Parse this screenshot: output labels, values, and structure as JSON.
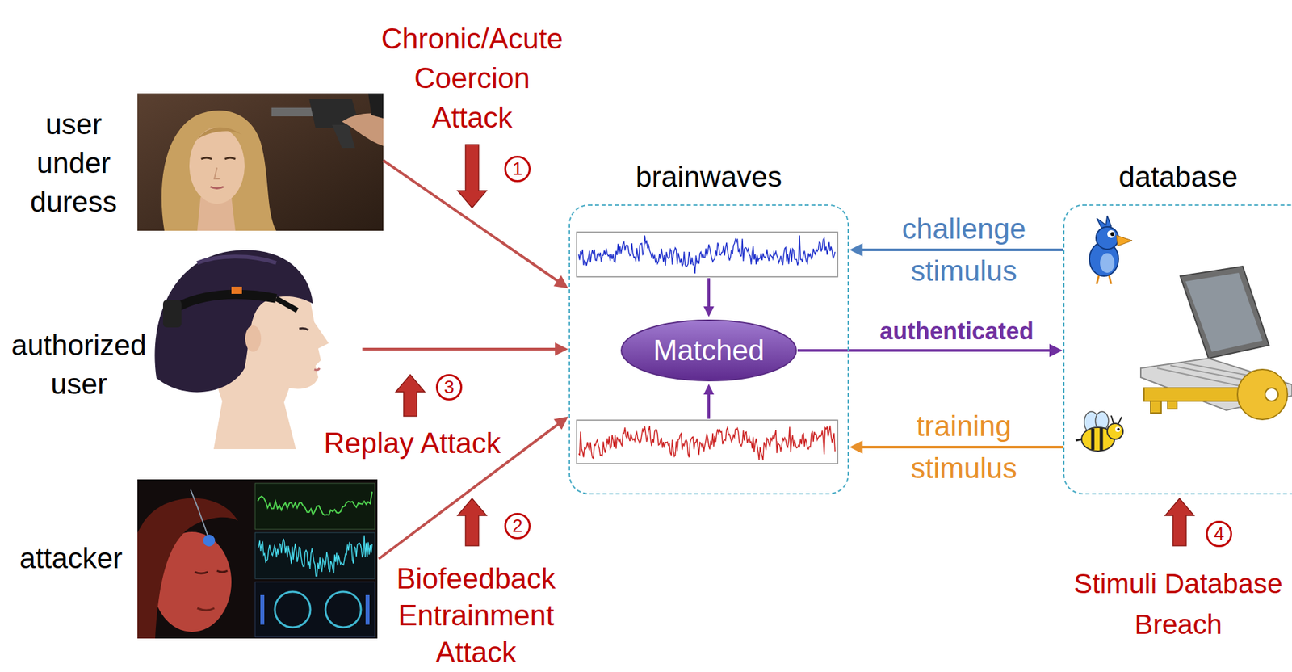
{
  "diagram": {
    "nodes": [
      {
        "text": [
          "user under duress"
        ]
      },
      {
        "text": [
          "authorized user"
        ]
      },
      {
        "text": [
          "attacker"
        ]
      },
      {
        "text": [
          "brainwaves"
        ]
      },
      {
        "text": [
          "Matched"
        ],
        "in": 3
      },
      {
        "text": [
          "database"
        ]
      }
    ],
    "edges": [
      {
        "from": 0,
        "to": 3,
        "arrow": "to"
      },
      {
        "from": 1,
        "to": 3,
        "arrow": "to"
      },
      {
        "from": 2,
        "to": 3,
        "arrow": "to"
      },
      {
        "from": 5,
        "to": 3,
        "label": "challenge stimulus",
        "arrow": "to"
      },
      {
        "from": 4,
        "to": 5,
        "label": "authenticated",
        "arrow": "to"
      },
      {
        "from": 5,
        "to": 3,
        "label": "training stimulus",
        "arrow": "to"
      }
    ],
    "labels": [
      "Chronic/Acute Coercion Attack",
      "1",
      "Replay Attack",
      "3",
      "Biofeedback Entrainment Attack",
      "2",
      "Stimuli Database Breach",
      "4"
    ]
  }
}
